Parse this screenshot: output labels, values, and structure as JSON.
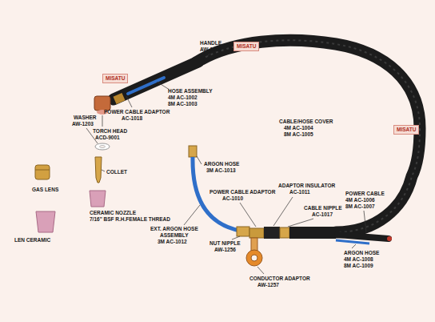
{
  "diagram": {
    "labels": [
      "HANDLE",
      "AW-1204",
      "HOSE ASSEMBLY",
      "4M AC-1002",
      "8M AC-1003",
      "POWER CABLE ADAPTOR",
      "AC-1018",
      "WASHER",
      "AW-1203",
      "TORCH HEAD",
      "ACD-9001",
      "CABLE/HOSE COVER",
      "4M AC-1004",
      "8M AC-1005",
      "COLLET",
      "GAS LENS",
      "ARGON HOSE",
      "3M AC-1013",
      "CERAMIC NOZZLE",
      "7/16\" BSF R.H.FEMALE THREAD",
      "ADAPTOR INSULATOR",
      "AC-1011",
      "POWER CABLE ADAPTOR",
      "AC-1010",
      "CABLE NIPPLE",
      "AC-1017",
      "POWER CABLE",
      "4M AC-1006",
      "8M AC-1007",
      "EXT. ARGON HOSE",
      "ASSEMBLY",
      "3M AC-1012",
      "LEN CERAMIC",
      "NUT NIPPLE",
      "AW-1256",
      "ARGON HOSE",
      "4M AC-1008",
      "8M AC-1009",
      "CONDUCTOR ADAPTOR",
      "AW-1257",
      "MISATU",
      "MISATU",
      "MISATU"
    ]
  }
}
